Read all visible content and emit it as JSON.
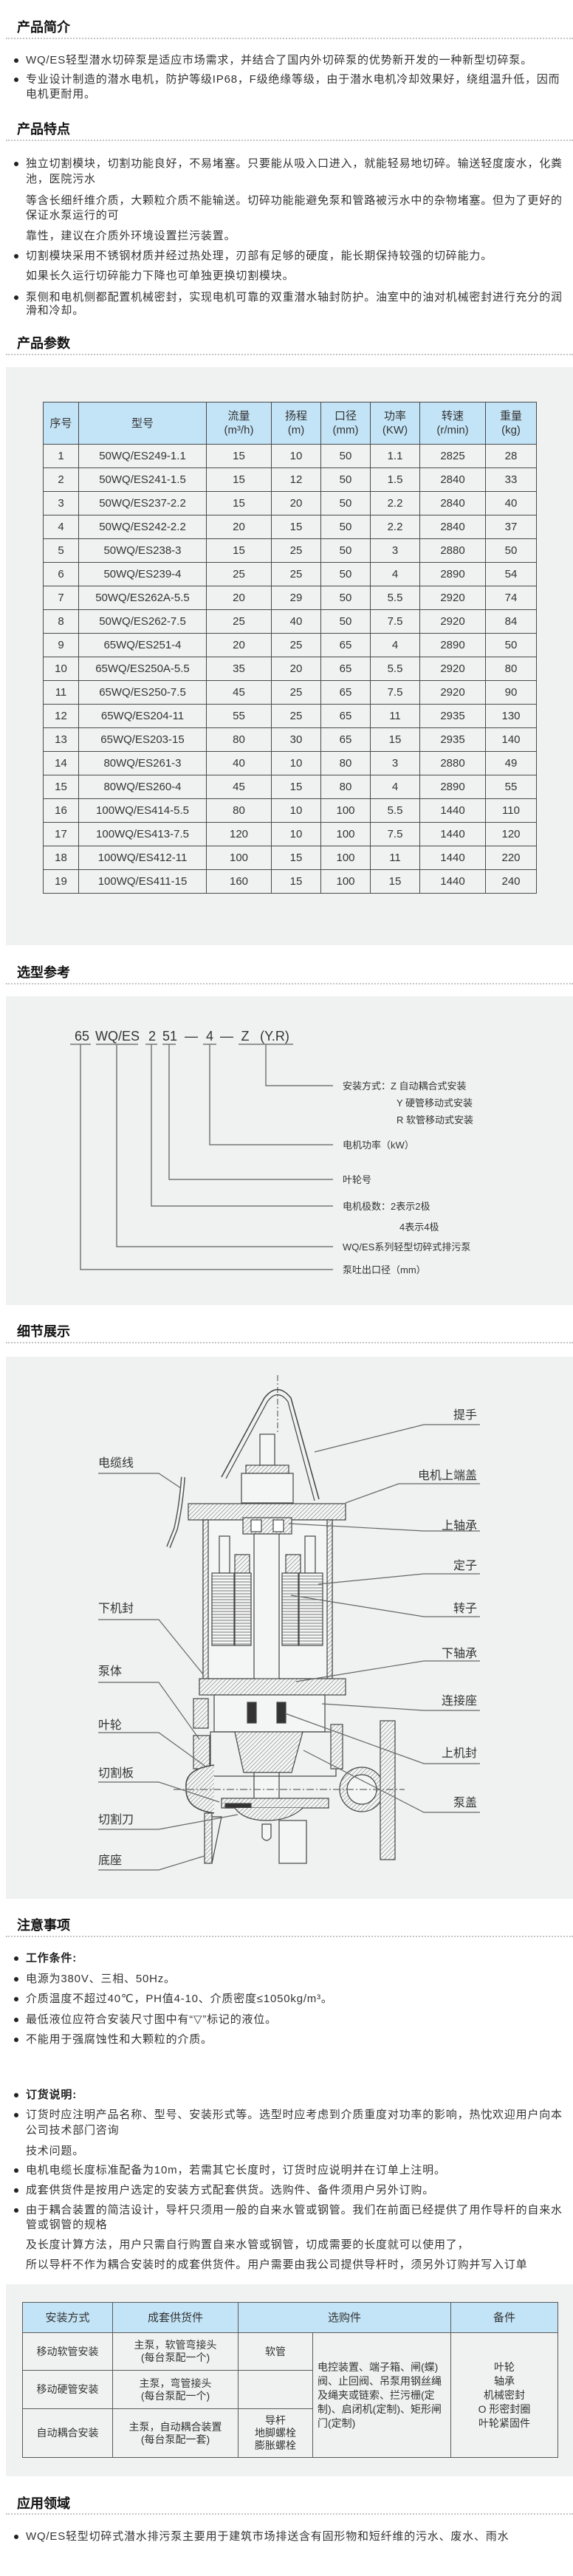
{
  "intro": {
    "title": "产品简介",
    "lines": [
      "WQ/ES轻型潜水切碎泵是适应市场需求，并结合了国内外切碎泵的优势新开发的一种新型切碎泵。",
      "专业设计制造的潜水电机，防护等级IP68，F级绝缘等级，由于潜水电机冷却效果好，绕组温升低，因而",
      "电机更耐用。"
    ]
  },
  "features": {
    "title": "产品特点",
    "lines": [
      "独立切割模块，切割功能良好，不易堵塞。只要能从吸入口进入，就能轻易地切碎。输送轻度废水，化粪",
      "池，医院污水",
      "等含长细纤维介质，大颗粒介质不能输送。切碎功能能避免泵和管路被污水中的杂物堵塞。但为了更好的",
      "保证水泵运行的可",
      "靠性，建议在介质外环境设置拦污装置。",
      "切割模块采用不锈钢材质并经过热处理，刃部有足够的硬度，能长期保持较强的切碎能力。",
      "如果长久运行切碎能力下降也可单独更换切割模块。",
      "泵侧和电机侧都配置机械密封，实现电机可靠的双重潜水轴封防护。油室中的油对机械密封进行充分的润",
      "滑和冷却。"
    ]
  },
  "params": {
    "title": "产品参数",
    "headers": [
      {
        "name": "序号",
        "unit": ""
      },
      {
        "name": "型号",
        "unit": ""
      },
      {
        "name": "流量",
        "unit": "(m³/h)"
      },
      {
        "name": "扬程",
        "unit": "(m)"
      },
      {
        "name": "口径",
        "unit": "(mm)"
      },
      {
        "name": "功率",
        "unit": "(KW)"
      },
      {
        "name": "转速",
        "unit": "(r/min)"
      },
      {
        "name": "重量",
        "unit": "(kg)"
      }
    ],
    "rows": [
      [
        "1",
        "50WQ/ES249-1.1",
        "15",
        "10",
        "50",
        "1.1",
        "2825",
        "28"
      ],
      [
        "2",
        "50WQ/ES241-1.5",
        "15",
        "12",
        "50",
        "1.5",
        "2840",
        "33"
      ],
      [
        "3",
        "50WQ/ES237-2.2",
        "15",
        "20",
        "50",
        "2.2",
        "2840",
        "40"
      ],
      [
        "4",
        "50WQ/ES242-2.2",
        "20",
        "15",
        "50",
        "2.2",
        "2840",
        "37"
      ],
      [
        "5",
        "50WQ/ES238-3",
        "15",
        "25",
        "50",
        "3",
        "2880",
        "50"
      ],
      [
        "6",
        "50WQ/ES239-4",
        "25",
        "25",
        "50",
        "4",
        "2890",
        "54"
      ],
      [
        "7",
        "50WQ/ES262A-5.5",
        "20",
        "29",
        "50",
        "5.5",
        "2920",
        "74"
      ],
      [
        "8",
        "50WQ/ES262-7.5",
        "25",
        "40",
        "50",
        "7.5",
        "2920",
        "84"
      ],
      [
        "9",
        "65WQ/ES251-4",
        "20",
        "25",
        "65",
        "4",
        "2890",
        "50"
      ],
      [
        "10",
        "65WQ/ES250A-5.5",
        "35",
        "20",
        "65",
        "5.5",
        "2920",
        "80"
      ],
      [
        "11",
        "65WQ/ES250-7.5",
        "45",
        "25",
        "65",
        "7.5",
        "2920",
        "90"
      ],
      [
        "12",
        "65WQ/ES204-11",
        "55",
        "25",
        "65",
        "11",
        "2935",
        "130"
      ],
      [
        "13",
        "65WQ/ES203-15",
        "80",
        "30",
        "65",
        "15",
        "2935",
        "140"
      ],
      [
        "14",
        "80WQ/ES261-3",
        "40",
        "10",
        "80",
        "3",
        "2880",
        "49"
      ],
      [
        "15",
        "80WQ/ES260-4",
        "45",
        "15",
        "80",
        "4",
        "2890",
        "55"
      ],
      [
        "16",
        "100WQ/ES414-5.5",
        "80",
        "10",
        "100",
        "5.5",
        "1440",
        "110"
      ],
      [
        "17",
        "100WQ/ES413-7.5",
        "120",
        "10",
        "100",
        "7.5",
        "1440",
        "120"
      ],
      [
        "18",
        "100WQ/ES412-11",
        "100",
        "15",
        "100",
        "11",
        "1440",
        "220"
      ],
      [
        "19",
        "100WQ/ES411-15",
        "160",
        "15",
        "100",
        "15",
        "1440",
        "240"
      ]
    ]
  },
  "selection": {
    "title": "选型参考",
    "tokens": [
      "65",
      "WQ/ES",
      "2",
      "51",
      "—",
      "4",
      "—",
      "Z",
      "(Y.R)"
    ],
    "labels": {
      "install": "安装方式：Z  自动耦合式安装",
      "install_y": "Y  硬管移动式安装",
      "install_r": "R  软管移动式安装",
      "power": "电机功率（kW）",
      "impeller": "叶轮号",
      "poles": "电机极数：2表示2极",
      "poles_4": "4表示4极",
      "series": "WQ/ES系列轻型切碎式排污泵",
      "outlet": "泵吐出口径（mm）"
    }
  },
  "details": {
    "title": "细节展示",
    "labels": {
      "handle": "提手",
      "motor_top_cover": "电机上端盖",
      "upper_bearing": "上轴承",
      "stator": "定子",
      "rotor": "转子",
      "lower_bearing": "下轴承",
      "connector_seat": "连接座",
      "upper_seal": "上机封",
      "pump_cover": "泵盖",
      "cable": "电缆线",
      "lower_seal": "下机封",
      "pump_body": "泵体",
      "impeller": "叶轮",
      "cutting_plate": "切割板",
      "cutter": "切割刀",
      "base": "底座"
    }
  },
  "notes": {
    "title": "注意事项",
    "lines": [
      "工作条件:",
      "电源为380V、三相、50Hz。",
      "介质温度不超过40℃，PH值4-10、介质密度≤1050kg/m³。",
      "最低液位应符合安装尺寸图中有“▽”标记的液位。",
      "不能用于强腐蚀性和大颗粒的介质。",
      "订货说明:",
      "订货时应注明产品名称、型号、安装形式等。选型时应考虑到介质重度对功率的影响，热忱欢迎用户向本",
      "公司技术部门咨询",
      "技术问题。",
      "电机电缆长度标准配备为10m，若需其它长度时，订货时应说明并在订单上注明。",
      "成套供货件是按用户选定的安装方式配套供货。选购件、备件须用户另外订购。",
      "由于耦合装置的简洁设计，导杆只须用一般的自来水管或钢管。我们在前面已经提供了用作导杆的自来水",
      "管或钢管的规格",
      "及长度计算方法，用户只需自行购置自来水管或钢管，切成需要的长度就可以使用了，",
      "所以导杆不作为耦合安装时的成套供货件。用户需要由我公司提供导杆时，须另外订购并写入订单"
    ]
  },
  "install_table": {
    "headers": [
      "安装方式",
      "成套供货件",
      "选购件",
      "备件"
    ],
    "rows": [
      {
        "method": "移动软管安装",
        "supplied": "主泵，软管弯接头\n(每台泵配一个)",
        "optional": "软管"
      },
      {
        "method": "移动硬管安装",
        "supplied": "主泵，弯管接头\n(每台泵配一个)",
        "optional": ""
      },
      {
        "method": "自动耦合安装",
        "supplied": "主泵，自动耦合装置\n(每台泵配一套)",
        "optional": "导杆\n地脚螺栓\n膨胀螺栓"
      }
    ],
    "optional_common": "电控装置、端子箱、闸(蝶)阀、止回阀、吊泵用钢丝绳及绳夹或链索、拦污栅(定制)、启闭机(定制)、矩形闸门(定制)",
    "spares": "叶轮\n轴承\n机械密封\nO 形密封圈\n叶轮紧固件"
  },
  "application": {
    "title": "应用领域",
    "lines": [
      "WQ/ES轻型切碎式潜水排污泵主要用于建筑市场排送含有固形物和短纤维的污水、废水、雨水"
    ]
  },
  "colors": {
    "header_blue": "#c3e4f7",
    "panel_gray": "#eff2f1"
  }
}
